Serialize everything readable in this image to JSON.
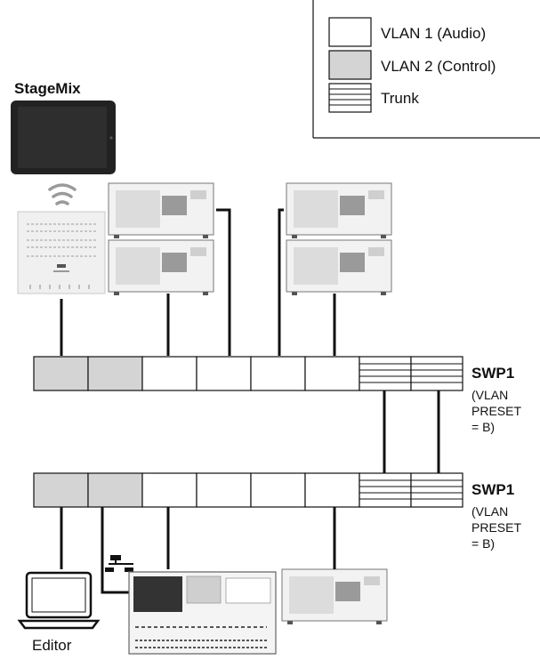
{
  "legend": {
    "items": [
      {
        "label": "VLAN 1 (Audio)",
        "style": "audio"
      },
      {
        "label": "VLAN 2 (Control)",
        "style": "control"
      },
      {
        "label": "Trunk",
        "style": "trunk"
      }
    ]
  },
  "stagemix": {
    "label": "StageMix"
  },
  "editor": {
    "label": "Editor"
  },
  "switch1": {
    "name": "SWP1",
    "preset_lines": [
      "(VLAN",
      "PRESET",
      "= B)"
    ]
  },
  "switch2": {
    "name": "SWP1",
    "preset_lines": [
      "(VLAN",
      "PRESET",
      "= B)"
    ]
  },
  "port_styles": [
    "control",
    "control",
    "audio",
    "audio",
    "audio",
    "audio",
    "trunk",
    "trunk"
  ],
  "colors": {
    "audio_fill": "#ffffff",
    "control_fill": "#d4d4d4",
    "line": "#111111",
    "tablet_body": "#222222",
    "device_body": "#f2f2f2"
  }
}
